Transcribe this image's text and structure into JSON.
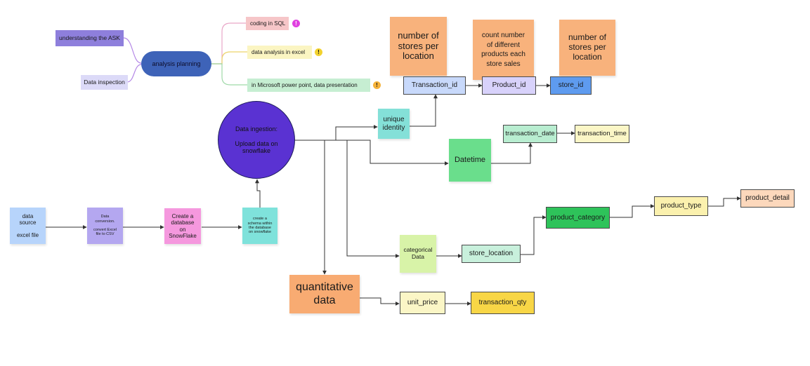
{
  "mindmap": {
    "center": "analysis planning",
    "left_items": [
      "understanding the ASK",
      "Data inspection"
    ],
    "right_items": [
      {
        "label": "coding in SQL",
        "badge": "!",
        "badge_color": "#e040e0"
      },
      {
        "label": "data analysis in excel",
        "badge": "!",
        "badge_color": "#f2d22e"
      },
      {
        "label": "in Microsoft power point, data presentation",
        "badge": "!",
        "badge_color": "#f4b23a"
      }
    ]
  },
  "pipeline": {
    "data_source": "data\nsource\n\nexcel file",
    "conversion": "Data\nconversion.\n\nconvert Excel\nfile to CSV",
    "create_db": "Create a\ndatabase\non\nSnowFlake",
    "create_schema": "create a\nschema within\nthe database\non snowflake",
    "ingestion": "Data ingestion:\n\nUpload data on\nsnowflake"
  },
  "branches": {
    "unique_identity": "unique\nidentity",
    "datetime": "Datetime",
    "categorical": "categorical\nData",
    "quantitative": "quantitative\ndata"
  },
  "fields": {
    "transaction_id": "Transaction_id",
    "product_id": "Product_id",
    "store_id": "store_id",
    "transaction_date": "transaction_date",
    "transaction_time": "transaction_time",
    "store_location": "store_location",
    "product_category": "product_category",
    "product_type": "product_type",
    "product_detail": "product_detail",
    "unit_price": "unit_price",
    "transaction_qty": "transaction_qty"
  },
  "notes": {
    "note1": "number of\nstores per\nlocation",
    "note2": "count number\nof different\nproducts each\nstore sales",
    "note3": "number of\nstores per\nlocation"
  },
  "colors": {
    "mindmap_center": "#3e63b8",
    "understanding_ask": "#8e7fdc",
    "data_inspection": "#dcdaf8",
    "sql_tag": "#f6c6c8",
    "excel_tag": "#fbf5c2",
    "ppt_tag": "#c6eed2",
    "data_source": "#b7d4fb",
    "conversion": "#b4a7f0",
    "create_db": "#f598de",
    "create_schema": "#7fe2db",
    "ingestion": "#5a32d2",
    "unique_identity": "#84e0d8",
    "datetime": "#6ade8c",
    "categorical": "#d8f3a8",
    "quantitative": "#f8ab72",
    "note": "#f8b27c",
    "transaction_id": "#c8d9fb",
    "product_id": "#d8d2fb",
    "store_id": "#5e9bef",
    "transaction_date": "#b8edd0",
    "transaction_time": "#fbf6c6",
    "store_location": "#c8f0dc",
    "product_category": "#2ec35a",
    "product_type": "#fbf1ae",
    "product_detail": "#fcd8bc",
    "unit_price": "#fbf6c6",
    "transaction_qty": "#f8d646"
  }
}
